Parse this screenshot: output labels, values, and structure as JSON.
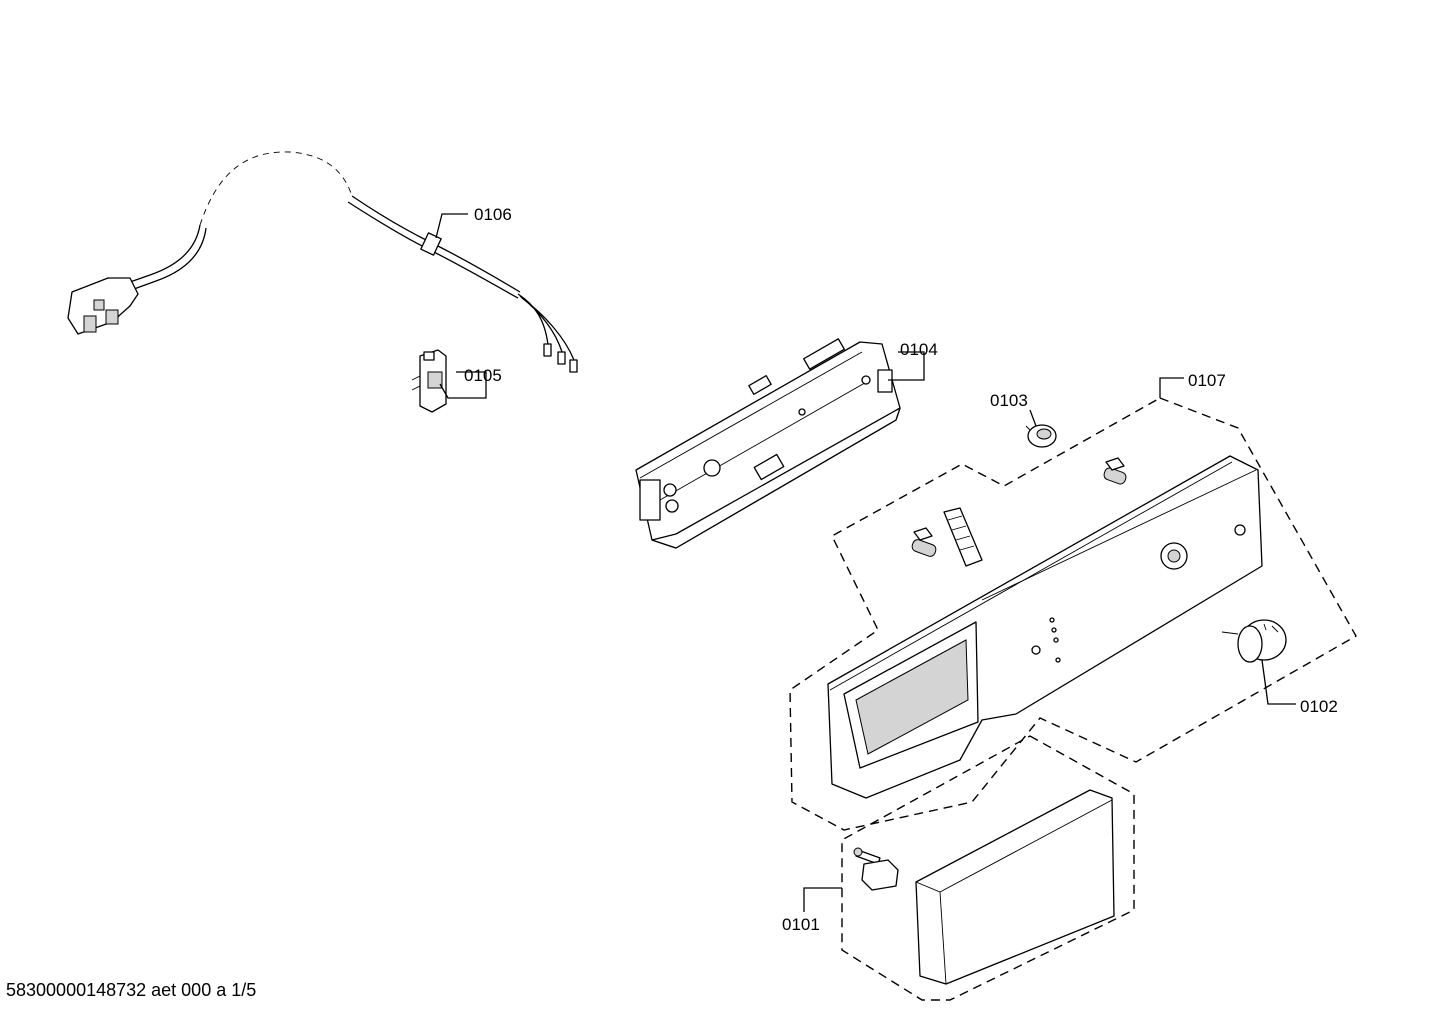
{
  "callouts": [
    {
      "id": "0101",
      "text": "0101"
    },
    {
      "id": "0102",
      "text": "0102"
    },
    {
      "id": "0103",
      "text": "0103"
    },
    {
      "id": "0104",
      "text": "0104"
    },
    {
      "id": "0105",
      "text": "0105"
    },
    {
      "id": "0106",
      "text": "0106"
    },
    {
      "id": "0107",
      "text": "0107"
    }
  ],
  "footer_text": "58300000148732 aet 000 a 1/5"
}
